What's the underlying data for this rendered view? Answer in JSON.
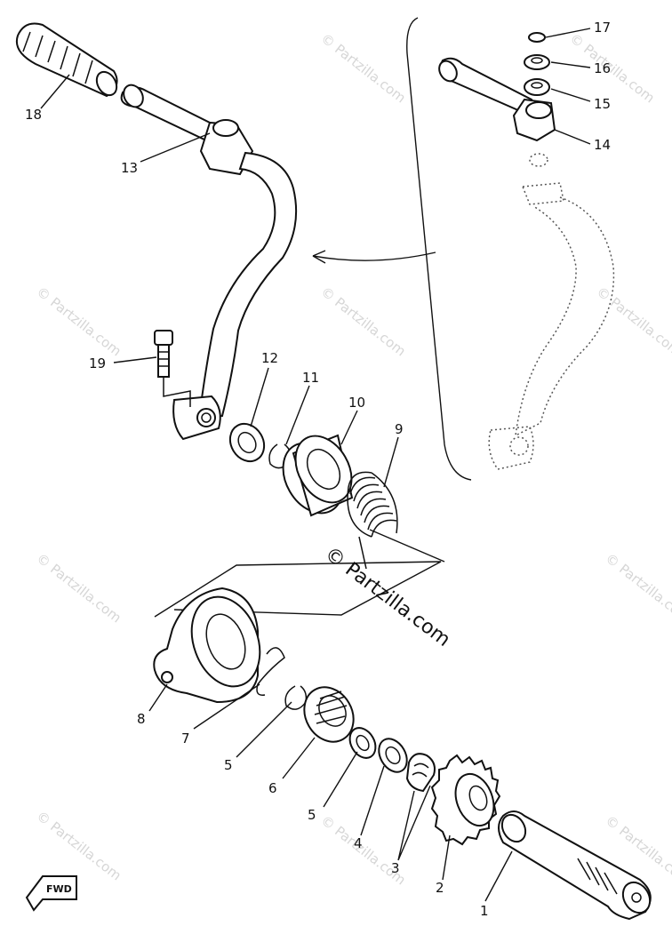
{
  "watermark": {
    "center_text": "© Partzilla.com",
    "repeat_text": "© Partzilla.com"
  },
  "direction_badge": "FWD",
  "callouts": [
    {
      "id": "1",
      "label": "1"
    },
    {
      "id": "2",
      "label": "2"
    },
    {
      "id": "3",
      "label": "3"
    },
    {
      "id": "4",
      "label": "4"
    },
    {
      "id": "5a",
      "label": "5"
    },
    {
      "id": "5b",
      "label": "5"
    },
    {
      "id": "6",
      "label": "6"
    },
    {
      "id": "7",
      "label": "7"
    },
    {
      "id": "8",
      "label": "8"
    },
    {
      "id": "9",
      "label": "9"
    },
    {
      "id": "10",
      "label": "10"
    },
    {
      "id": "11",
      "label": "11"
    },
    {
      "id": "12",
      "label": "12"
    },
    {
      "id": "13",
      "label": "13"
    },
    {
      "id": "14",
      "label": "14"
    },
    {
      "id": "15",
      "label": "15"
    },
    {
      "id": "16",
      "label": "16"
    },
    {
      "id": "17",
      "label": "17"
    },
    {
      "id": "18",
      "label": "18"
    },
    {
      "id": "19",
      "label": "19"
    }
  ]
}
